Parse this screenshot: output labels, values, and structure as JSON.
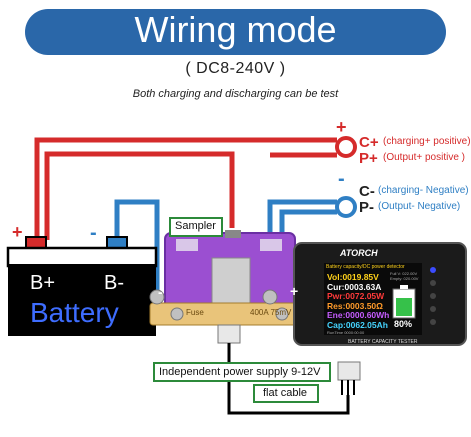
{
  "title": "Wiring mode",
  "voltage_range": "( DC8-240V )",
  "caption": "Both charging and discharging can be test",
  "positive": {
    "sign": "+",
    "c_label": "C+",
    "c_desc": "(charging+ positive)",
    "p_label": "P+",
    "p_desc": "(Output+ positive )"
  },
  "negative": {
    "sign": "-",
    "c_label": "C-",
    "c_desc": "(charging- Negative)",
    "p_label": "P-",
    "p_desc": "(Output-    Negative)"
  },
  "battery": {
    "plus_label": "B+",
    "minus_label": "B-",
    "name": "Battery",
    "plus_sign": "+",
    "minus_sign": "-"
  },
  "sampler": {
    "label": "Sampler",
    "shunt_left": "Fuse",
    "shunt_right": "400A 75mV",
    "terminal_minus": "-",
    "terminal_plus": "+"
  },
  "meter": {
    "brand": "ATORCH",
    "header": "Battery capacity/DC power detector",
    "rows": [
      {
        "label": "Vol:",
        "value": "0019.85",
        "unit": "V",
        "color": "#ffd21a"
      },
      {
        "label": "Cur:",
        "value": "0003.63",
        "unit": "A",
        "color": "#ffffff"
      },
      {
        "label": "Pwr:",
        "value": "0072.05",
        "unit": "W",
        "color": "#ff3a3a"
      },
      {
        "label": "Res:",
        "value": "0003.50",
        "unit": "Ω",
        "color": "#ff9a2a"
      },
      {
        "label": "Ene:",
        "value": "0000.60",
        "unit": "Wh",
        "color": "#c65cff"
      },
      {
        "label": "Cap:",
        "value": "0062.05",
        "unit": "Ah",
        "color": "#45d4ff"
      }
    ],
    "small_info_1": "Full V: 022.00V",
    "small_info_2": "Empty: 020.00V",
    "battery_percent": "80%",
    "footer": "BATTERY CAPACITY TESTER",
    "runtime": "RunTime 0000:00:00"
  },
  "power_supply": "Independent power supply 9-12V",
  "flat_cable": "flat cable",
  "colors": {
    "banner": "#2a67a9",
    "positive_wire": "#d52b2b",
    "negative_wire": "#2f7fc4",
    "sampler_board": "#9b4fd1",
    "label_box": "#2c8a3a"
  }
}
